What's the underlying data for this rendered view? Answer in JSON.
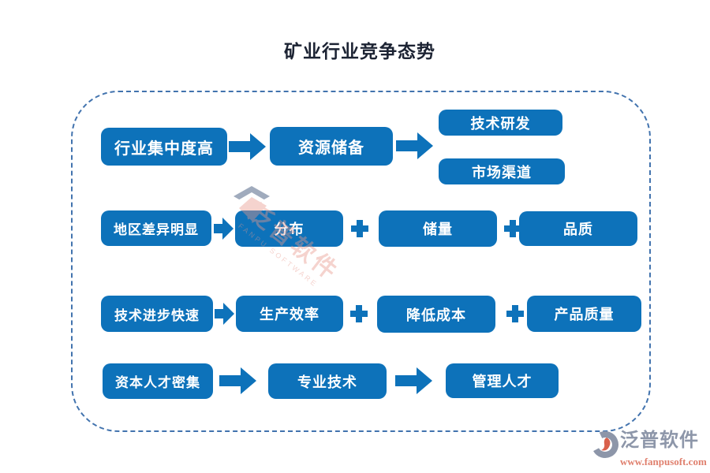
{
  "title": "矿业行业竞争态势",
  "colors": {
    "box_blue": "#0d72ba",
    "dashed_border_blue": "#4273ae",
    "title_color": "#1c2333",
    "watermark_salmon": "#e8988c",
    "watermark_navy": "#1f3864",
    "logo_slate": "#8d96a9",
    "logo_url_salmon": "#e0806e"
  },
  "diagram": {
    "rows": [
      {
        "boxes": [
          "行业集中度高",
          "资源储备",
          "技术研发",
          "市场渠道"
        ]
      },
      {
        "boxes": [
          "地区差异明显",
          "分布",
          "储量",
          "品质"
        ]
      },
      {
        "boxes": [
          "技术进步快速",
          "生产效率",
          "降低成本",
          "产品质量"
        ]
      },
      {
        "boxes": [
          "资本人才密集",
          "专业技术",
          "管理人才"
        ]
      }
    ]
  },
  "watermark": {
    "text": "泛普软件",
    "subtext": "FANPU SOFTWARE"
  },
  "logo": {
    "name": "泛普软件",
    "url": "www.fanpusoft.com"
  }
}
